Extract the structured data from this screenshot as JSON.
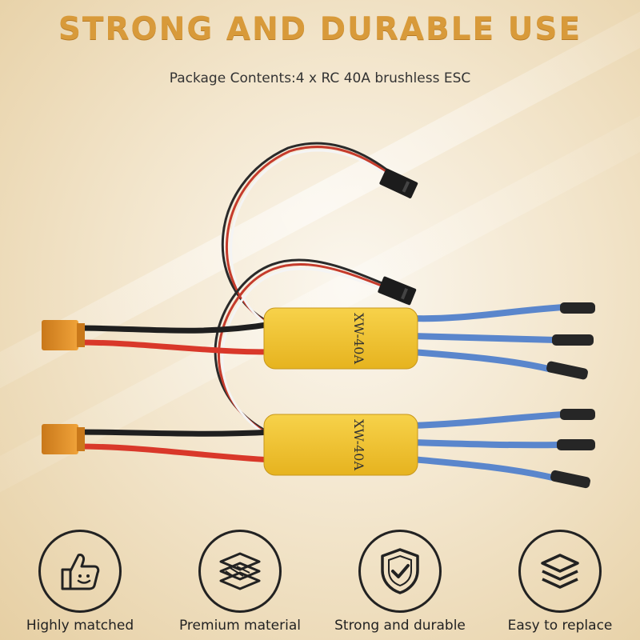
{
  "headline": "STRONG AND DURABLE USE",
  "subtitle": "Package Contents:4 x RC 40A brushless ESC",
  "product": {
    "label": "XW-40A"
  },
  "features": [
    {
      "label": "Highly matched",
      "icon": "thumbs-up-icon"
    },
    {
      "label": "Premium material",
      "icon": "layers-icon"
    },
    {
      "label": "Strong and durable",
      "icon": "shield-check-icon"
    },
    {
      "label": "Easy to replace",
      "icon": "stack-icon"
    }
  ],
  "colors": {
    "headline": "#d89a3a",
    "esc_body": "#f1c232",
    "connector": "#e8961e",
    "motor_wire": "#5a86cc"
  }
}
